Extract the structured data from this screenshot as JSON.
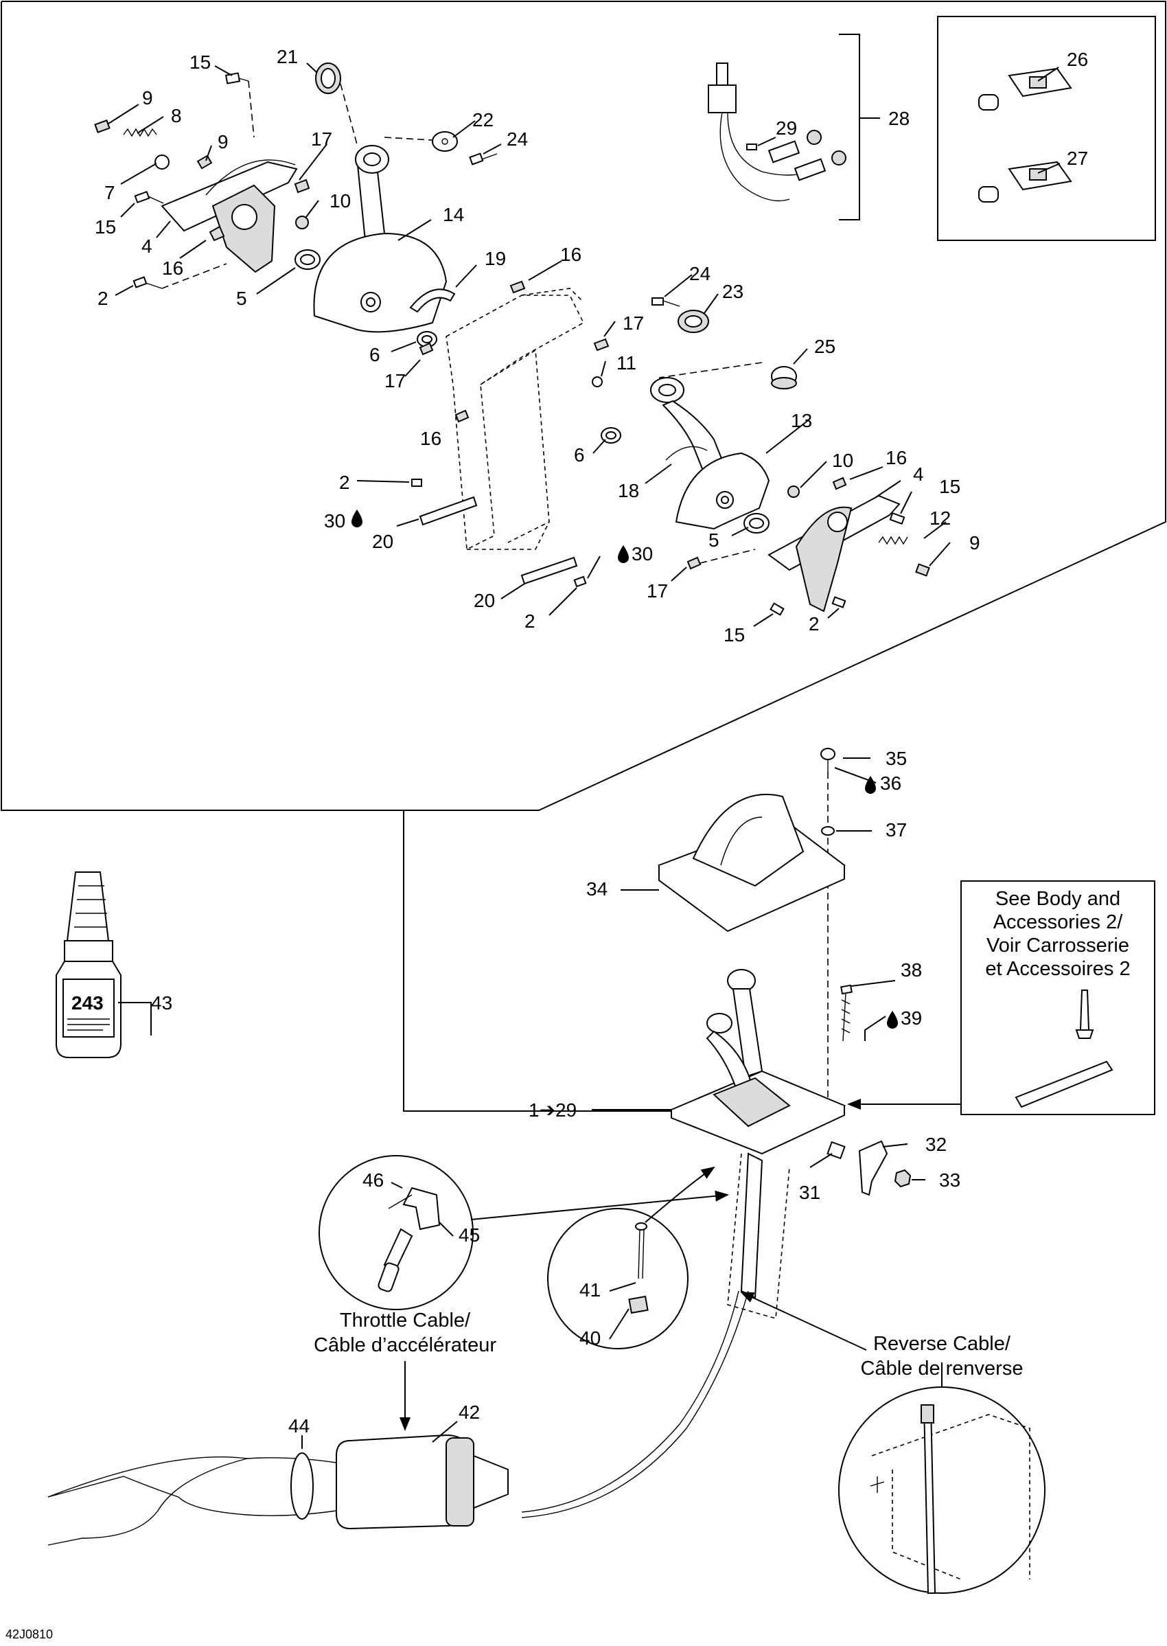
{
  "diagram_code": "42J0810",
  "colors": {
    "ink": "#000000",
    "paper": "#ffffff",
    "shade": "#dcdcdc"
  },
  "callouts": [
    {
      "id": "c21",
      "text": "21"
    },
    {
      "id": "c15a",
      "text": "15"
    },
    {
      "id": "c9a",
      "text": "9"
    },
    {
      "id": "c8",
      "text": "8"
    },
    {
      "id": "c9b",
      "text": "9"
    },
    {
      "id": "c7",
      "text": "7"
    },
    {
      "id": "c17a",
      "text": "17"
    },
    {
      "id": "c22",
      "text": "22"
    },
    {
      "id": "c24a",
      "text": "24"
    },
    {
      "id": "c10a",
      "text": "10"
    },
    {
      "id": "c15b",
      "text": "15"
    },
    {
      "id": "c14",
      "text": "14"
    },
    {
      "id": "c4a",
      "text": "4"
    },
    {
      "id": "c16a",
      "text": "16"
    },
    {
      "id": "c2a",
      "text": "2"
    },
    {
      "id": "c5a",
      "text": "5"
    },
    {
      "id": "c19",
      "text": "19"
    },
    {
      "id": "c16b",
      "text": "16"
    },
    {
      "id": "c24b",
      "text": "24"
    },
    {
      "id": "c23",
      "text": "23"
    },
    {
      "id": "c17b",
      "text": "17"
    },
    {
      "id": "c6a",
      "text": "6"
    },
    {
      "id": "c17c",
      "text": "17"
    },
    {
      "id": "c11",
      "text": "11"
    },
    {
      "id": "c25",
      "text": "25"
    },
    {
      "id": "c16c",
      "text": "16"
    },
    {
      "id": "c13",
      "text": "13"
    },
    {
      "id": "c6b",
      "text": "6"
    },
    {
      "id": "c2b",
      "text": "2"
    },
    {
      "id": "c30a",
      "text": "30"
    },
    {
      "id": "c20a",
      "text": "20"
    },
    {
      "id": "c18",
      "text": "18"
    },
    {
      "id": "c10b",
      "text": "10"
    },
    {
      "id": "c16d",
      "text": "16"
    },
    {
      "id": "c4b",
      "text": "4"
    },
    {
      "id": "c15c",
      "text": "15"
    },
    {
      "id": "c12",
      "text": "12"
    },
    {
      "id": "c5b",
      "text": "5"
    },
    {
      "id": "c9c",
      "text": "9"
    },
    {
      "id": "c30b",
      "text": "30"
    },
    {
      "id": "c17d",
      "text": "17"
    },
    {
      "id": "c20b",
      "text": "20"
    },
    {
      "id": "c2c",
      "text": "2"
    },
    {
      "id": "c15d",
      "text": "15"
    },
    {
      "id": "c2d",
      "text": "2"
    },
    {
      "id": "c26",
      "text": "26"
    },
    {
      "id": "c27",
      "text": "27"
    },
    {
      "id": "c28",
      "text": "28"
    },
    {
      "id": "c29",
      "text": "29"
    },
    {
      "id": "c35",
      "text": "35"
    },
    {
      "id": "c36",
      "text": "36"
    },
    {
      "id": "c37",
      "text": "37"
    },
    {
      "id": "c34",
      "text": "34"
    },
    {
      "id": "c38",
      "text": "38"
    },
    {
      "id": "c39",
      "text": "39"
    },
    {
      "id": "c1to29",
      "text": "1➔29"
    },
    {
      "id": "c32",
      "text": "32"
    },
    {
      "id": "c33",
      "text": "33"
    },
    {
      "id": "c31",
      "text": "31"
    },
    {
      "id": "c43",
      "text": "43"
    },
    {
      "id": "c46",
      "text": "46"
    },
    {
      "id": "c45",
      "text": "45"
    },
    {
      "id": "c41",
      "text": "41"
    },
    {
      "id": "c40",
      "text": "40"
    },
    {
      "id": "c44",
      "text": "44"
    },
    {
      "id": "c42",
      "text": "42"
    }
  ],
  "notes": {
    "see_body": [
      "See Body and",
      "Accessories 2/",
      "Voir Carrosserie",
      "et Accessoires 2"
    ],
    "throttle_cable": [
      "Throttle Cable/",
      "Câble d’accélérateur"
    ],
    "reverse_cable": [
      "Reverse Cable/",
      "Câble de renverse"
    ]
  },
  "bottle_label": "243",
  "icons": [
    "threadlocker-drop-icon",
    "arrow-icon"
  ]
}
